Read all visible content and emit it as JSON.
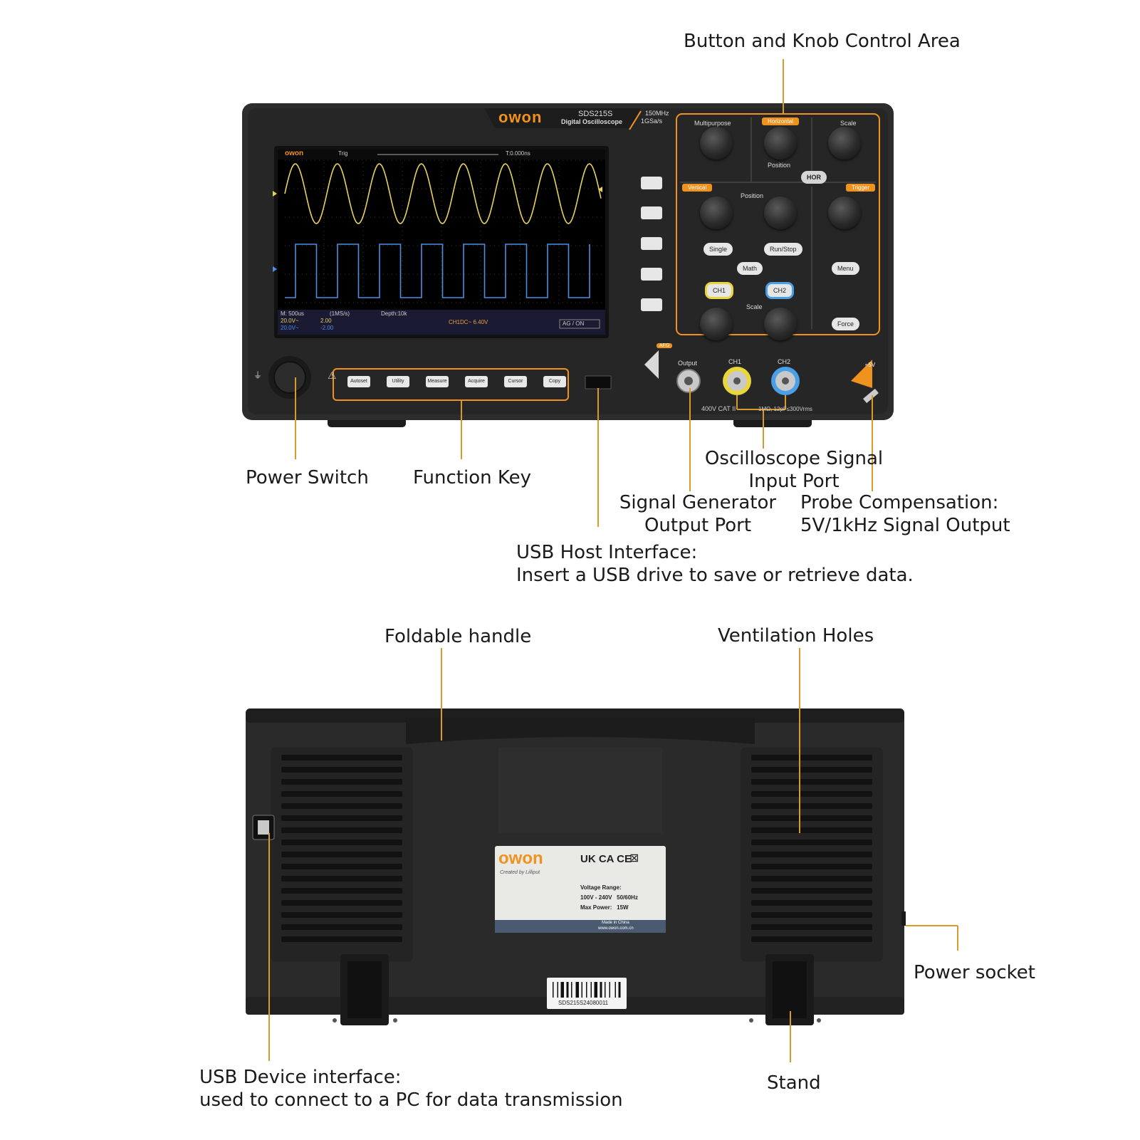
{
  "callouts": {
    "button_knob_area": "Button and Knob Control Area",
    "power_switch": "Power Switch",
    "function_key": "Function Key",
    "osc_input_line1": "Oscilloscope Signal",
    "osc_input_line2": "Input Port",
    "siggen_line1": "Signal Generator",
    "siggen_line2": "Output Port",
    "probe_line1": "Probe Compensation:",
    "probe_line2": "5V/1kHz Signal Output",
    "usb_host_line1": "USB Host Interface:",
    "usb_host_line2": "Insert a USB drive to save or retrieve data.",
    "foldable_handle": "Foldable handle",
    "ventilation_holes": "Ventilation Holes",
    "power_socket": "Power socket",
    "usb_device_line1": "USB Device interface:",
    "usb_device_line2": "used to connect to a PC for data transmission",
    "stand": "Stand"
  },
  "front": {
    "brand": "owon",
    "model": "SDS215S",
    "model_sub": "Digital Oscilloscope",
    "bandwidth": "150MHz",
    "sample_rate": "1GSa/s",
    "screen": {
      "brand": "owon",
      "trig": "Trig",
      "time_offset": "T:0.000ns",
      "timebase": "M: 500us",
      "rate": "(1MS/s)",
      "depth": "Depth:10k",
      "ch1_scale": "20.0V~",
      "ch2_scale": "20.0V~",
      "ch1_offset": "2.00",
      "ch2_offset": "-2.00",
      "trigger_info": "CH1DC~ 6.40V",
      "mode": "AG / ON"
    },
    "function_keys": [
      "Autoset",
      "Utility",
      "Measure",
      "Acquire",
      "Cursor",
      "Copy"
    ],
    "panel": {
      "multipurpose": "Multipurpose",
      "horizontal": "Horizontal",
      "scale": "Scale",
      "position": "Position",
      "hor": "HOR",
      "vertical": "Vertical",
      "trigger": "Trigger",
      "single": "Single",
      "run_stop": "Run/Stop",
      "math": "Math",
      "menu": "Menu",
      "ch1": "CH1",
      "ch2": "CH2",
      "force": "Force",
      "afg": "AFG",
      "output": "Output",
      "port_ch1": "CH1",
      "port_ch2": "CH2",
      "rating": "400V CAT II",
      "input_rating": "1MΩ, 12pF≤300Vrms",
      "probe_comp": "≈5V"
    }
  },
  "back": {
    "label_brand": "owon",
    "label_tagline": "Created by Lilliput",
    "voltage_title": "Voltage Range:",
    "voltage_value": "100V - 240V   50/60Hz",
    "max_power": "Max Power:   15W",
    "made_in": "Made in China",
    "website": "www.owon.com.cn",
    "marks": "UK CA  CE",
    "serial": "SDS215S24080011"
  },
  "colors": {
    "accent": "#f0921e",
    "body": "#2b2b2b",
    "ch1_trace": "#e7d35a",
    "ch2_trace": "#4f8de0",
    "ch2_ring": "#4aa0e6"
  }
}
